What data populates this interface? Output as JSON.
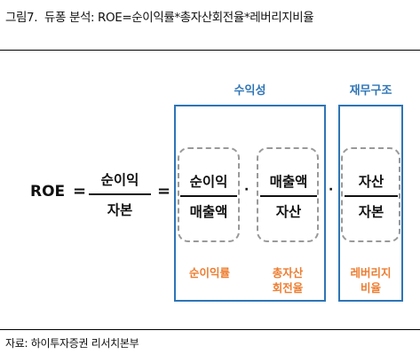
{
  "figure": {
    "number": "그림7.",
    "title": "듀퐁 분석: ROE=순이익률*총자산회전율*레버리지비율"
  },
  "groups": {
    "profitability": "수익성",
    "financial_structure": "재무구조"
  },
  "formula": {
    "lhs": "ROE",
    "equals": "=",
    "multiply": "·",
    "base": {
      "numerator": "순이익",
      "denominator": "자본"
    },
    "factors": [
      {
        "numerator": "순이익",
        "denominator": "매출액",
        "label_lines": [
          "순이익률"
        ]
      },
      {
        "numerator": "매출액",
        "denominator": "자산",
        "label_lines": [
          "총자산",
          "회전율"
        ]
      },
      {
        "numerator": "자산",
        "denominator": "자본",
        "label_lines": [
          "레버리지",
          "비율"
        ]
      }
    ]
  },
  "colors": {
    "accent_blue": "#2e75b6",
    "accent_orange": "#ed7d31",
    "dashed_gray": "#999999"
  },
  "source": "자료: 하이투자증권 리서치본부"
}
